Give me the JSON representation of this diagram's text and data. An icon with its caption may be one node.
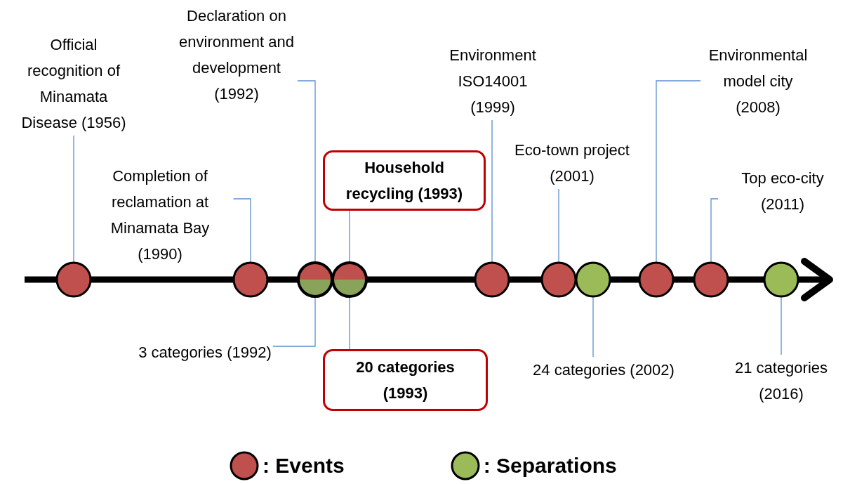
{
  "diagram": {
    "nodes": [
      {
        "text": [
          "Official recognition of Minamata Disease (1956)"
        ]
      },
      {
        "text": [
          "Completion of reclamation at Minamata Bay (1990)"
        ]
      },
      {
        "text": [
          "Declaration on environment and development (1992)"
        ]
      },
      {
        "text": [
          "Household recycling (1993)"
        ]
      },
      {
        "text": [
          "Environment ISO14001 (1999)"
        ]
      },
      {
        "text": [
          "Eco-town project (2001)"
        ]
      },
      {
        "text": [
          "Environmental model city (2008)"
        ]
      },
      {
        "text": [
          "Top eco-city (2011)"
        ]
      },
      {
        "text": [
          "3 categories (1992)"
        ]
      },
      {
        "text": [
          "20 categories (1993)"
        ]
      },
      {
        "text": [
          "24 categories (2002)"
        ]
      },
      {
        "text": [
          "21 categories (2016)"
        ]
      },
      {
        "text": [],
        "shape": "circle"
      },
      {
        "text": [],
        "shape": "circle"
      },
      {
        "text": [],
        "shape": "circle"
      },
      {
        "text": [],
        "shape": "circle"
      },
      {
        "text": [],
        "shape": "circle"
      },
      {
        "text": [],
        "shape": "circle"
      },
      {
        "text": [],
        "shape": "circle"
      },
      {
        "text": [],
        "shape": "circle"
      },
      {
        "text": [],
        "shape": "circle"
      },
      {
        "text": [],
        "shape": "circle"
      }
    ],
    "edges": [
      {
        "from": 0,
        "to": 12,
        "arrow": "none"
      },
      {
        "from": 1,
        "to": 13,
        "arrow": "none"
      },
      {
        "from": 2,
        "to": 14,
        "arrow": "none"
      },
      {
        "from": 3,
        "to": 15,
        "arrow": "none"
      },
      {
        "from": 4,
        "to": 16,
        "arrow": "none"
      },
      {
        "from": 5,
        "to": 17,
        "arrow": "none"
      },
      {
        "from": 6,
        "to": 19,
        "arrow": "none"
      },
      {
        "from": 7,
        "to": 20,
        "arrow": "none"
      },
      {
        "from": 8,
        "to": 14,
        "arrow": "none"
      },
      {
        "from": 9,
        "to": 15,
        "arrow": "none"
      },
      {
        "from": 10,
        "to": 18,
        "arrow": "none"
      },
      {
        "from": 11,
        "to": 21,
        "arrow": "none"
      }
    ],
    "legend": [
      {
        "text": ": Events",
        "color": "#c0504d"
      },
      {
        "text": ": Separations",
        "color": "#9bbb59"
      }
    ]
  }
}
